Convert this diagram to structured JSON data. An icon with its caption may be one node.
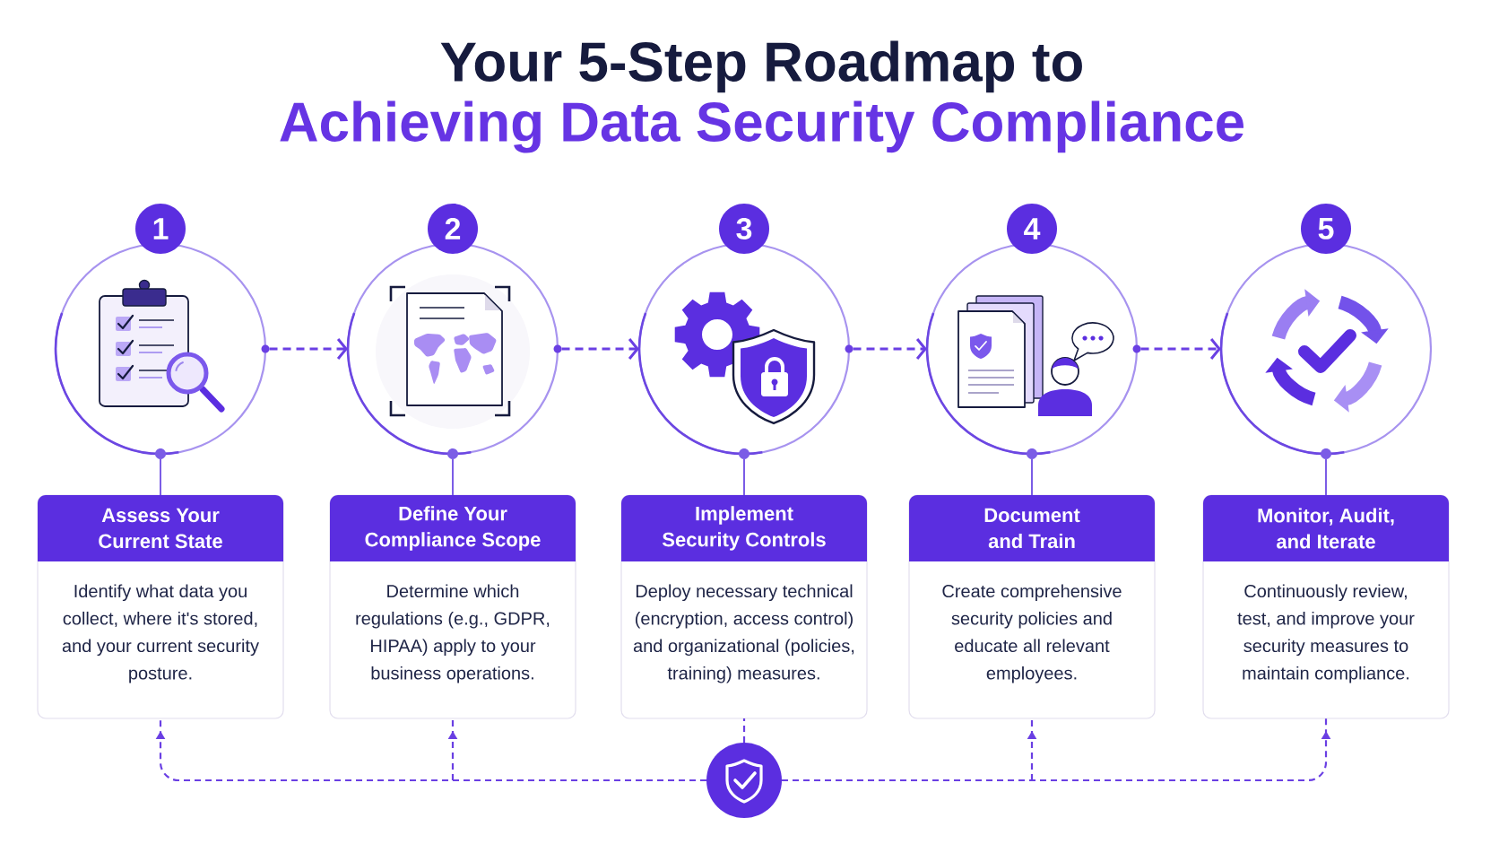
{
  "diagram": {
    "title": "Your 5-Step Roadmap to Achieving Data Security Compliance",
    "nodes": [
      {
        "text": [
          "1"
        ]
      },
      {
        "text": [
          "2"
        ]
      },
      {
        "text": [
          "3"
        ]
      },
      {
        "text": [
          "4"
        ]
      },
      {
        "text": [
          "5"
        ]
      },
      {
        "text": [],
        "shape": "circle"
      },
      {
        "text": [],
        "shape": "circle"
      },
      {
        "text": [],
        "shape": "circle"
      },
      {
        "text": [],
        "shape": "circle"
      },
      {
        "text": [],
        "shape": "circle"
      },
      {
        "text": [
          "Assess Your Current State",
          "Identify what data you collect, where it's stored, and your current security posture."
        ]
      },
      {
        "text": [
          "Define Your Compliance Scope",
          "Determine which regulations (e.g., GDPR, HIPAA) apply to your business operations."
        ]
      },
      {
        "text": [
          "Implement Security Controls",
          "Deploy necessary technical (encryption, access control) and organizational (policies, training) measures."
        ]
      },
      {
        "text": [
          "Document and Train",
          "Create comprehensive security policies and educate all relevant employees."
        ]
      },
      {
        "text": [
          "Monitor, Audit, and Iterate",
          "Continuously review, test, and improve your security measures to maintain compliance."
        ]
      },
      {
        "text": [],
        "shape": "circle"
      }
    ],
    "edges": [
      {
        "from": 5,
        "to": 6,
        "arrow": "to",
        "style": "dashed"
      },
      {
        "from": 6,
        "to": 7,
        "arrow": "to",
        "style": "dashed"
      },
      {
        "from": 7,
        "to": 8,
        "arrow": "to",
        "style": "dashed"
      },
      {
        "from": 8,
        "to": 9,
        "arrow": "to",
        "style": "dashed"
      },
      {
        "from": 5,
        "to": 10,
        "arrow": "none"
      },
      {
        "from": 6,
        "to": 11,
        "arrow": "none"
      },
      {
        "from": 7,
        "to": 12,
        "arrow": "none"
      },
      {
        "from": 8,
        "to": 13,
        "arrow": "none"
      },
      {
        "from": 9,
        "to": 14,
        "arrow": "none"
      },
      {
        "from": 15,
        "to": 10,
        "arrow": "to",
        "style": "dashed"
      },
      {
        "from": 15,
        "to": 11,
        "arrow": "to",
        "style": "dashed"
      },
      {
        "from": 15,
        "to": 12,
        "arrow": "none",
        "style": "dashed"
      },
      {
        "from": 15,
        "to": 13,
        "arrow": "to",
        "style": "dashed"
      },
      {
        "from": 15,
        "to": 14,
        "arrow": "to",
        "style": "dashed"
      }
    ]
  }
}
